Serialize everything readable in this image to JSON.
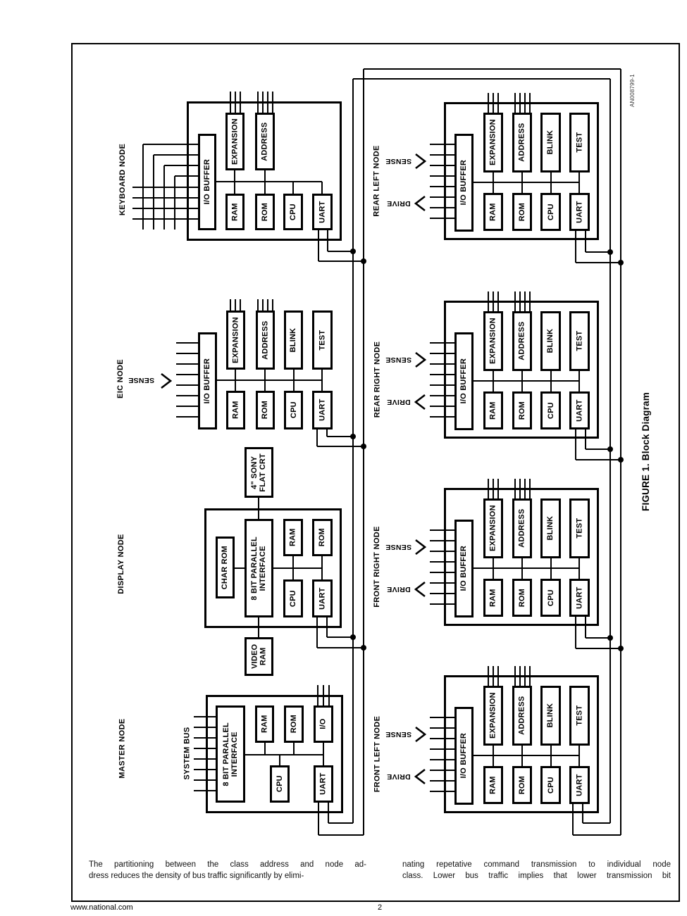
{
  "doc": {
    "watermark": "AN008799-1",
    "figure_caption": "FIGURE 1. Block Diagram",
    "paragraphs": {
      "col1_lines": [
        "The partitioning between the class address and node ad-",
        "dress reduces the density of bus traffic significantly by elimi-"
      ],
      "col2_lines": [
        "nating repetative command transmission to individual node",
        "class. Lower bus traffic implies that lower transmission bit"
      ]
    },
    "footer": {
      "left": "www.national.com",
      "page": "2"
    }
  },
  "diagram": {
    "signals": {
      "sense": "SENSE",
      "drive": "DRIVE",
      "system_bus": "SYSTEM BUS"
    },
    "nodes": [
      {
        "id": "keyboard-node",
        "type": "keyboard",
        "label": "KEYBOARD NODE",
        "components": [
          "I/O BUFFER",
          "EXPANSION",
          "ADDRESS",
          "RAM",
          "ROM",
          "CPU",
          "UART"
        ]
      },
      {
        "id": "eic-node",
        "type": "eic",
        "label": "EIC NODE",
        "components": [
          "I/O BUFFER",
          "EXPANSION",
          "ADDRESS",
          "BLINK",
          "TEST",
          "RAM",
          "ROM",
          "CPU",
          "UART"
        ]
      },
      {
        "id": "display-node",
        "type": "display",
        "label": "DISPLAY NODE",
        "components": [
          "4\" SONY\nFLAT CRT",
          "CHAR ROM",
          "8 BIT PARALLEL\nINTERFACE",
          "RAM",
          "ROM",
          "CPU",
          "UART",
          "VIDEO\nRAM"
        ]
      },
      {
        "id": "master-node",
        "type": "master",
        "label": "MASTER NODE",
        "components": [
          "8 BIT PARALLEL\nINTERFACE",
          "RAM",
          "ROM",
          "I/O",
          "CPU",
          "UART"
        ]
      },
      {
        "id": "rear-left-node",
        "type": "slave",
        "label": "REAR LEFT NODE",
        "components": [
          "I/O BUFFER",
          "EXPANSION",
          "ADDRESS",
          "BLINK",
          "TEST",
          "RAM",
          "ROM",
          "CPU",
          "UART"
        ]
      },
      {
        "id": "rear-right-node",
        "type": "slave",
        "label": "REAR RIGHT NODE",
        "components": [
          "I/O BUFFER",
          "EXPANSION",
          "ADDRESS",
          "BLINK",
          "TEST",
          "RAM",
          "ROM",
          "CPU",
          "UART"
        ]
      },
      {
        "id": "front-right-node",
        "type": "slave",
        "label": "FRONT RIGHT NODE",
        "components": [
          "I/O BUFFER",
          "EXPANSION",
          "ADDRESS",
          "BLINK",
          "TEST",
          "RAM",
          "ROM",
          "CPU",
          "UART"
        ]
      },
      {
        "id": "front-left-node",
        "type": "slave",
        "label": "FRONT LEFT NODE",
        "components": [
          "I/O BUFFER",
          "EXPANSION",
          "ADDRESS",
          "BLINK",
          "TEST",
          "RAM",
          "ROM",
          "CPU",
          "UART"
        ]
      }
    ]
  }
}
